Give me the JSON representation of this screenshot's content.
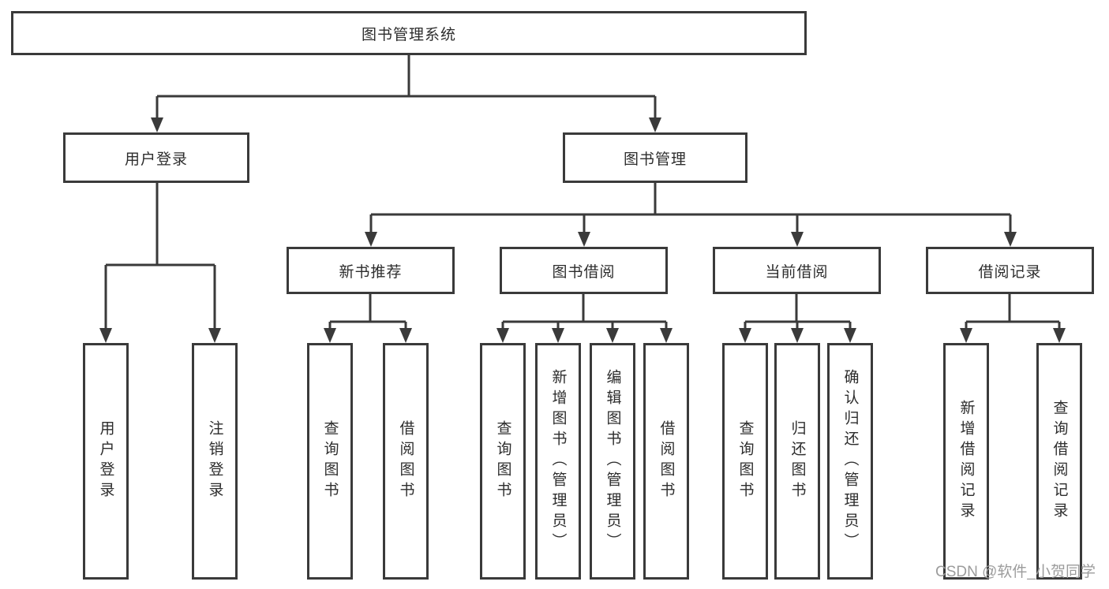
{
  "diagram": {
    "root": "图书管理系统",
    "level1": [
      "用户登录",
      "图书管理"
    ],
    "level2": [
      "新书推荐",
      "图书借阅",
      "当前借阅",
      "借阅记录"
    ],
    "leaves": {
      "userLogin": [
        "用户登录",
        "注销登录"
      ],
      "newBooks": [
        "查询图书",
        "借阅图书"
      ],
      "bookBorrowing": [
        "查询图书",
        "新增图书（管理员）",
        "编辑图书（管理员）",
        "借阅图书"
      ],
      "currentBorrowing": [
        "查询图书",
        "归还图书",
        "确认归还（管理员）"
      ],
      "borrowingRecords": [
        "新增借阅记录",
        "查询借阅记录"
      ]
    }
  },
  "watermark": "CSDN @软件_小贺同学",
  "colors": {
    "line": "#3a3a3a",
    "text": "#2d2d2d",
    "watermark": "#9c9c9c",
    "background": "#ffffff"
  }
}
